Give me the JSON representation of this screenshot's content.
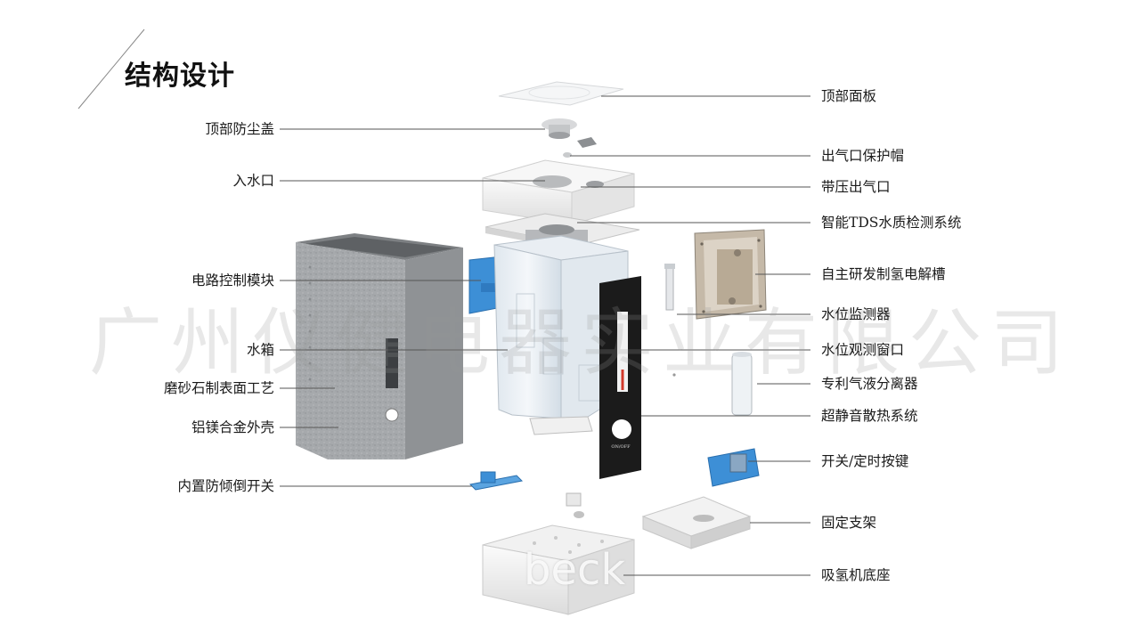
{
  "title": "结构设计",
  "watermark": "广州仪健电器实业有限公司",
  "watermark_sub": "beck",
  "switch_mark": "ON/OFF",
  "labels_left": [
    {
      "id": "dust-cover",
      "text": "顶部防尘盖"
    },
    {
      "id": "water-inlet",
      "text": "入水口"
    },
    {
      "id": "circuit-module",
      "text": "电路控制模块"
    },
    {
      "id": "water-tank",
      "text": "水箱"
    },
    {
      "id": "frosted-surface",
      "text": "磨砂石制表面工艺"
    },
    {
      "id": "alloy-shell",
      "text": "铝镁合金外壳"
    },
    {
      "id": "anti-tip-switch",
      "text": "内置防倾倒开关"
    }
  ],
  "labels_right": [
    {
      "id": "top-panel",
      "text": "顶部面板"
    },
    {
      "id": "outlet-cap",
      "text": "出气口保护帽"
    },
    {
      "id": "pressure-outlet",
      "text": "带压出气口"
    },
    {
      "id": "tds-system",
      "text": "智能TDS水质检测系统"
    },
    {
      "id": "electrolyzer",
      "text": "自主研发制氢电解槽"
    },
    {
      "id": "level-sensor",
      "text": "水位监测器"
    },
    {
      "id": "level-window",
      "text": "水位观测窗口"
    },
    {
      "id": "separator",
      "text": "专利气液分离器"
    },
    {
      "id": "cooling-system",
      "text": "超静音散热系统"
    },
    {
      "id": "switch-key",
      "text": "开关/定时按键"
    },
    {
      "id": "bracket",
      "text": "固定支架"
    },
    {
      "id": "base",
      "text": "吸氢机底座"
    }
  ],
  "colors": {
    "blue_part": "#3d8fd6",
    "shell": "#a9acaf",
    "line": "#555555"
  }
}
